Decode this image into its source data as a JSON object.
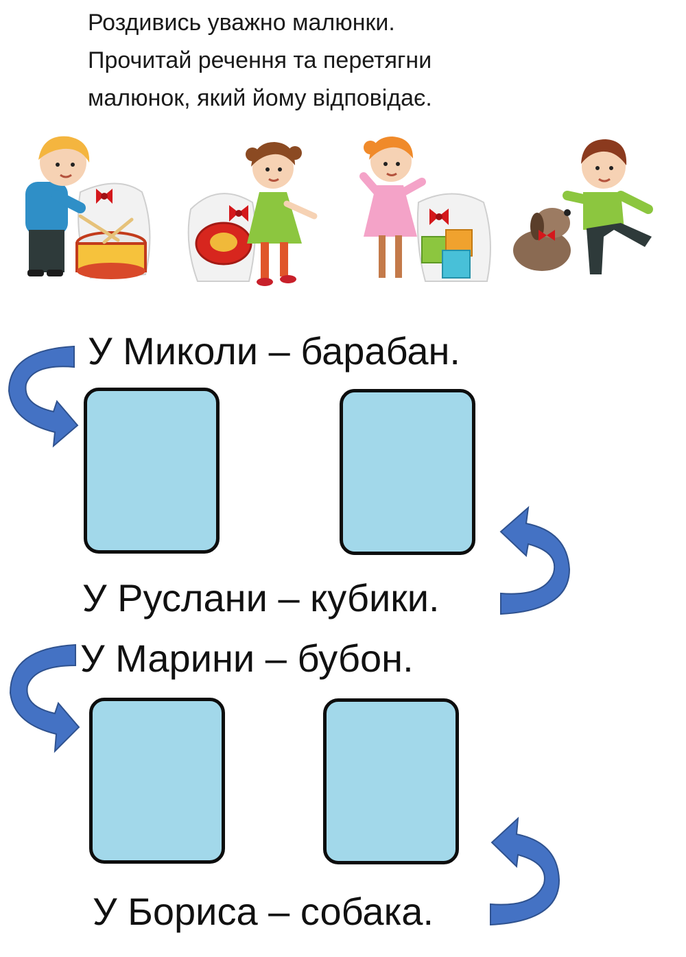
{
  "instructions": {
    "line1": "Роздивись уважно малюнки.",
    "line2": "Прочитай речення та перетягни",
    "line3": "малюнок, який йому відповідає."
  },
  "pictures": [
    {
      "name": "boy-with-drum",
      "icon": "drum-icon"
    },
    {
      "name": "girl-with-tambourine",
      "icon": "tambourine-icon"
    },
    {
      "name": "girl-with-cubes",
      "icon": "cubes-icon"
    },
    {
      "name": "boy-with-dog",
      "icon": "dog-icon"
    }
  ],
  "sentences": {
    "s1": "У Миколи – барабан.",
    "s2": "У Руслани – кубики.",
    "s3": "У Марини – бубон.",
    "s4": "У Бориса – собака."
  },
  "colors": {
    "drop_box_fill": "#a2d8ea",
    "drop_box_border": "#0d0d0d",
    "arrow": "#4472c4"
  }
}
